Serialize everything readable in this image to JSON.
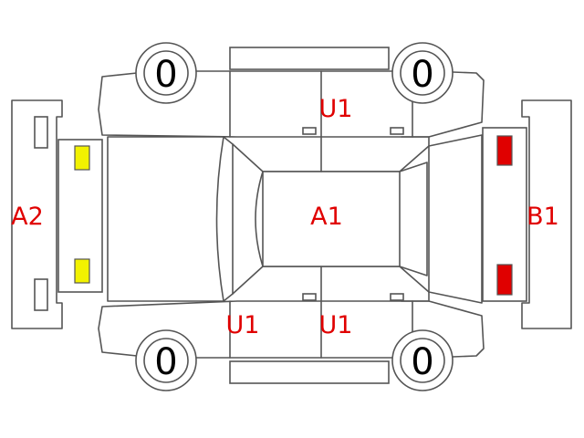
{
  "colors": {
    "outline": "#555555",
    "mark_text": "#e00000",
    "light_yellow": "#f2f200",
    "light_red": "#e00000",
    "tire_text": "#000000"
  },
  "tires": {
    "front_left": "0",
    "front_right": "0",
    "rear_left": "0",
    "rear_right": "0"
  },
  "marks": {
    "roof": "A1",
    "front_bumper": "A2",
    "rear_bumper": "B1",
    "door_upper": "U1",
    "door_lower_front": "U1",
    "door_lower_rear": "U1"
  }
}
